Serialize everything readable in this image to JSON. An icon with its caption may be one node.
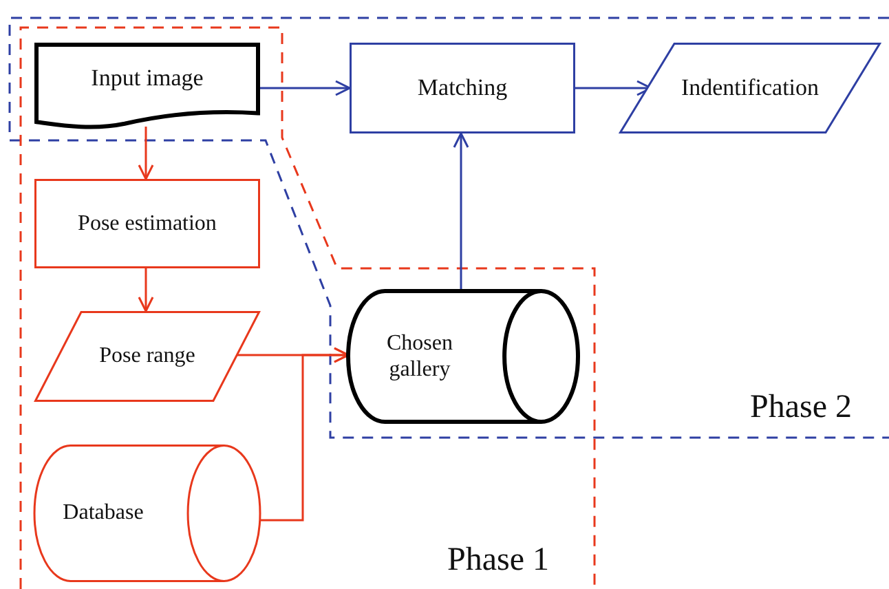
{
  "diagram": {
    "nodes": [
      {
        "text": [
          "Input image"
        ]
      },
      {
        "text": [
          "Matching"
        ]
      },
      {
        "text": [
          "Indentification"
        ]
      },
      {
        "text": [
          "Pose estimation"
        ]
      },
      {
        "text": [
          "Pose range"
        ]
      },
      {
        "text": [
          "Chosen gallery"
        ]
      },
      {
        "text": [
          "Database"
        ]
      }
    ],
    "edges": [
      {
        "from": 0,
        "to": 1,
        "arrow": "to",
        "color": "#2e3fa3"
      },
      {
        "from": 1,
        "to": 2,
        "arrow": "to",
        "color": "#2e3fa3"
      },
      {
        "from": 0,
        "to": 3,
        "arrow": "to"
      },
      {
        "from": 3,
        "to": 4,
        "arrow": "to"
      },
      {
        "from": 4,
        "to": 5,
        "arrow": "to"
      },
      {
        "from": 6,
        "to": 5,
        "arrow": "to"
      },
      {
        "from": 5,
        "to": 1,
        "arrow": "to",
        "color": "#2e3fa3"
      }
    ],
    "labels": [
      "Phase 2",
      "Phase 1"
    ]
  }
}
